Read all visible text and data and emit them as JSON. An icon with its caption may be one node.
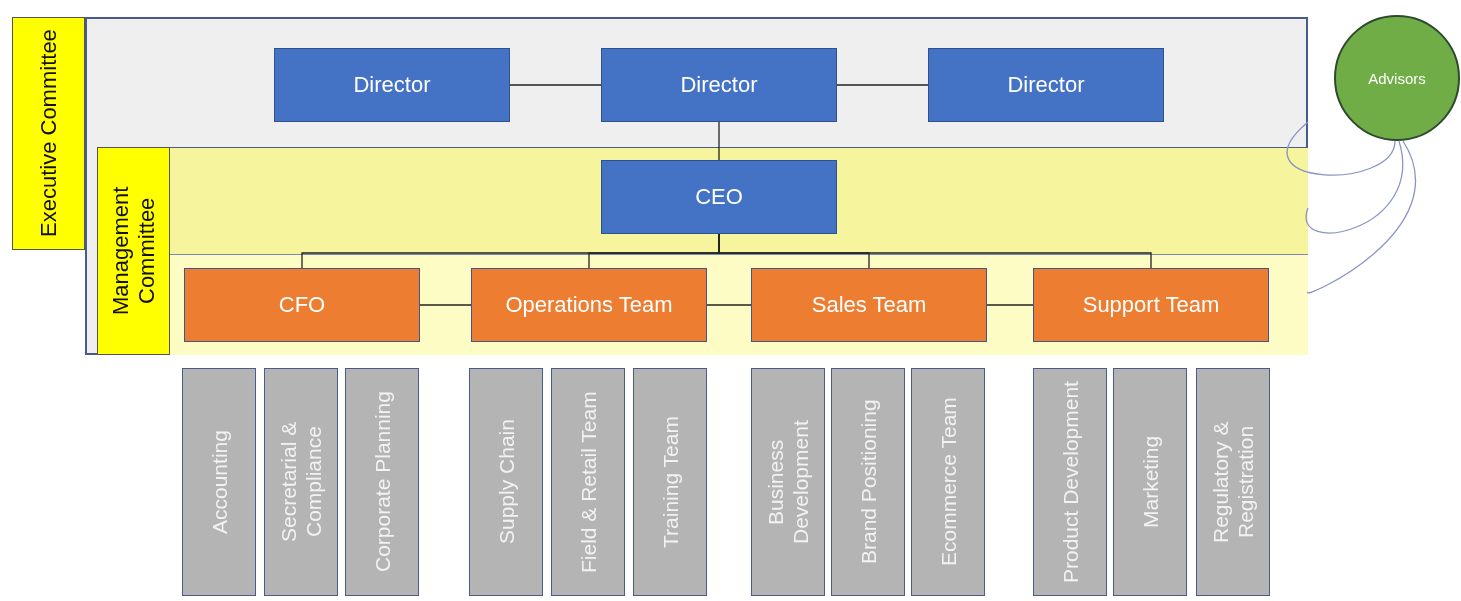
{
  "diagram": {
    "nodes": [
      {
        "text": [
          "Executive Committee"
        ]
      },
      {
        "text": [
          "Director"
        ],
        "in": 0
      },
      {
        "text": [
          "Director"
        ],
        "in": 0
      },
      {
        "text": [
          "Director"
        ],
        "in": 0
      },
      {
        "text": [
          "Management Committee"
        ],
        "in": 0
      },
      {
        "text": [
          "CEO"
        ],
        "in": 4
      },
      {
        "text": [
          "CFO"
        ],
        "in": 4
      },
      {
        "text": [
          "Operations Team"
        ],
        "in": 4
      },
      {
        "text": [
          "Sales Team"
        ],
        "in": 4
      },
      {
        "text": [
          "Support Team"
        ],
        "in": 4
      },
      {
        "text": [
          "Accounting"
        ]
      },
      {
        "text": [
          "Secretarial & Compliance"
        ]
      },
      {
        "text": [
          "Corporate Planning"
        ]
      },
      {
        "text": [
          "Supply Chain"
        ]
      },
      {
        "text": [
          "Field & Retail Team"
        ]
      },
      {
        "text": [
          "Training Team"
        ]
      },
      {
        "text": [
          "Business Development"
        ]
      },
      {
        "text": [
          "Brand Positioning"
        ]
      },
      {
        "text": [
          "Ecommerce Team"
        ]
      },
      {
        "text": [
          "Product Development"
        ]
      },
      {
        "text": [
          "Marketing"
        ]
      },
      {
        "text": [
          "Regulatory & Registration"
        ]
      },
      {
        "text": [
          "Advisors"
        ]
      }
    ],
    "edges": [
      {
        "from": 1,
        "to": 2,
        "arrow": "none"
      },
      {
        "from": 2,
        "to": 3,
        "arrow": "none"
      },
      {
        "from": 2,
        "to": 5,
        "arrow": "none"
      },
      {
        "from": 5,
        "to": 6,
        "arrow": "none"
      },
      {
        "from": 5,
        "to": 7,
        "arrow": "none"
      },
      {
        "from": 5,
        "to": 8,
        "arrow": "none"
      },
      {
        "from": 5,
        "to": 9,
        "arrow": "none"
      },
      {
        "from": 6,
        "to": 7,
        "arrow": "none"
      },
      {
        "from": 7,
        "to": 8,
        "arrow": "none"
      },
      {
        "from": 8,
        "to": 9,
        "arrow": "none"
      },
      {
        "from": 22,
        "to": 0,
        "arrow": "none",
        "color": "#8a94c8"
      },
      {
        "from": 22,
        "to": 4,
        "arrow": "none",
        "color": "#8a94c8"
      },
      {
        "from": 22,
        "to": 4,
        "arrow": "none",
        "color": "#8a94c8"
      }
    ]
  }
}
